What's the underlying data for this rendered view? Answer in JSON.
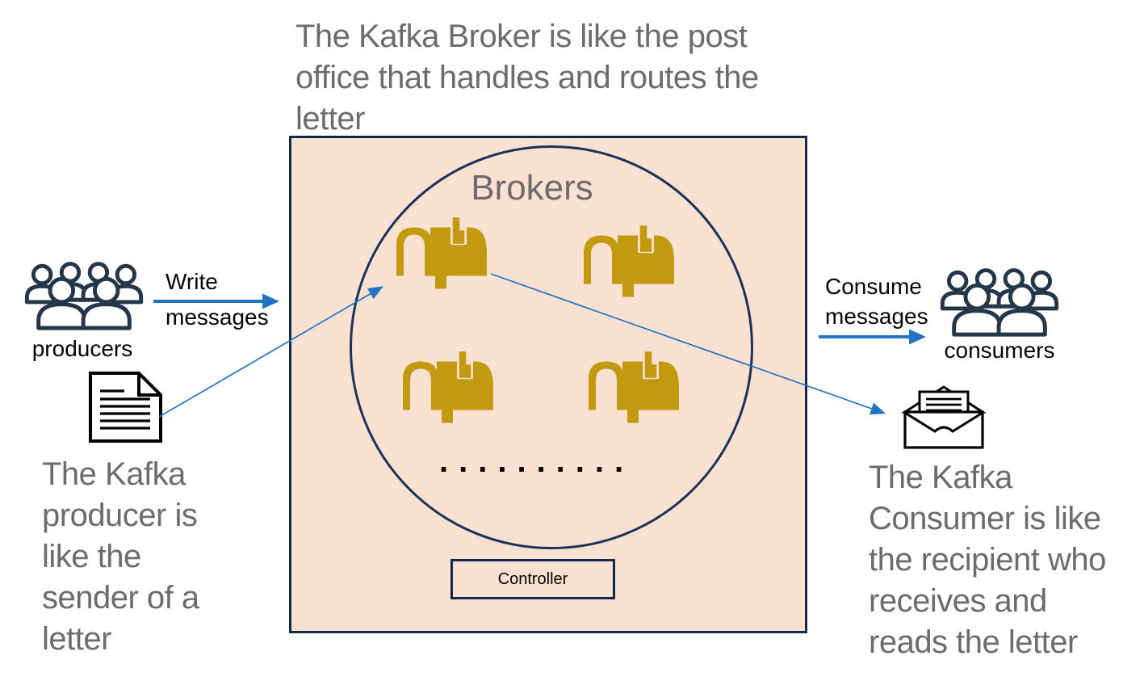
{
  "colors": {
    "box_fill": "#fae1d2",
    "outline_navy": "#13294b",
    "mailbox_gold": "#c19a10",
    "caption_gray": "#6e6b6b",
    "arrow_blue": "#2273c3",
    "text_black": "#050505"
  },
  "captions": {
    "broker": "The Kafka Broker is like the post\noffice that handles and routes the\nletter",
    "producer": "The Kafka\nproducer is\nlike the\nsender of a\nletter",
    "consumer": "The Kafka\nConsumer is like\nthe recipient who\nreceives and\nreads the letter"
  },
  "labels": {
    "brokers": "Brokers",
    "controller": "Controller",
    "producers": "producers",
    "consumers": "consumers",
    "write_line1": "Write",
    "write_line2": "messages",
    "consume_line1": "Consume",
    "consume_line2": "messages",
    "broker_dots": ".........."
  },
  "icons": {
    "producers": "people-group-icon",
    "consumers": "people-group-icon",
    "broker_node": "mailbox-icon",
    "producer_message": "letter-document-icon",
    "consumer_message": "open-envelope-icon"
  }
}
